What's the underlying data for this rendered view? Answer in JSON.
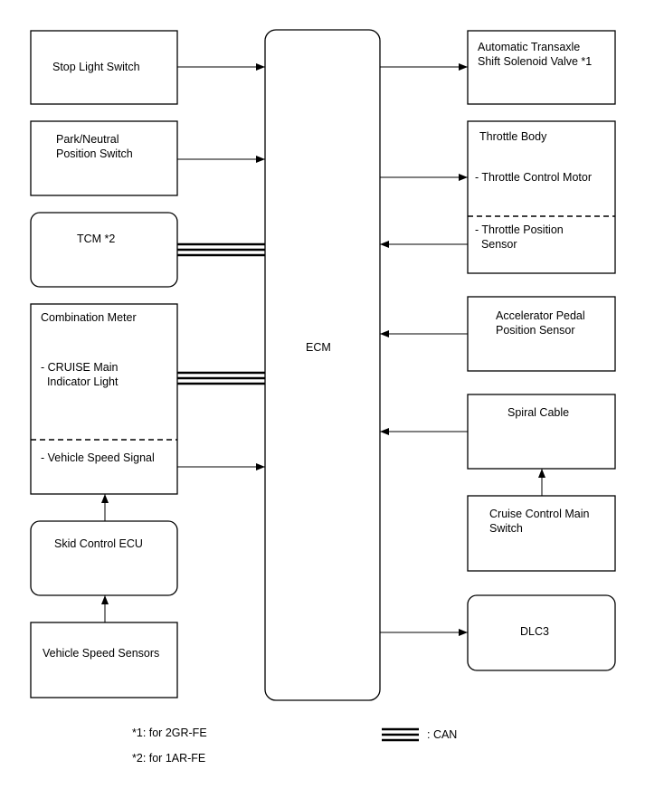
{
  "blocks": {
    "ecm": "ECM",
    "stop_light_switch": "Stop Light Switch",
    "park_neutral": "Park/Neutral\nPosition Switch",
    "tcm": "TCM *2",
    "combination_meter": {
      "title": "Combination Meter",
      "cruise_indicator": "- CRUISE Main\n  Indicator Light",
      "vehicle_speed_signal": "- Vehicle Speed Signal"
    },
    "skid_control_ecu": "Skid Control ECU",
    "vehicle_speed_sensors": "Vehicle Speed Sensors",
    "shift_solenoid": "Automatic Transaxle\nShift Solenoid Valve *1",
    "throttle_body": {
      "title": "Throttle Body",
      "control_motor": "- Throttle Control Motor",
      "position_sensor": "- Throttle Position\n  Sensor"
    },
    "accelerator_pedal": "Accelerator Pedal\nPosition Sensor",
    "spiral_cable": "Spiral Cable",
    "cruise_main_switch": "Cruise Control Main\nSwitch",
    "dlc3": "DLC3"
  },
  "notes": {
    "note1": "*1: for 2GR-FE",
    "note2": "*2: for 1AR-FE",
    "can_legend": ": CAN"
  }
}
